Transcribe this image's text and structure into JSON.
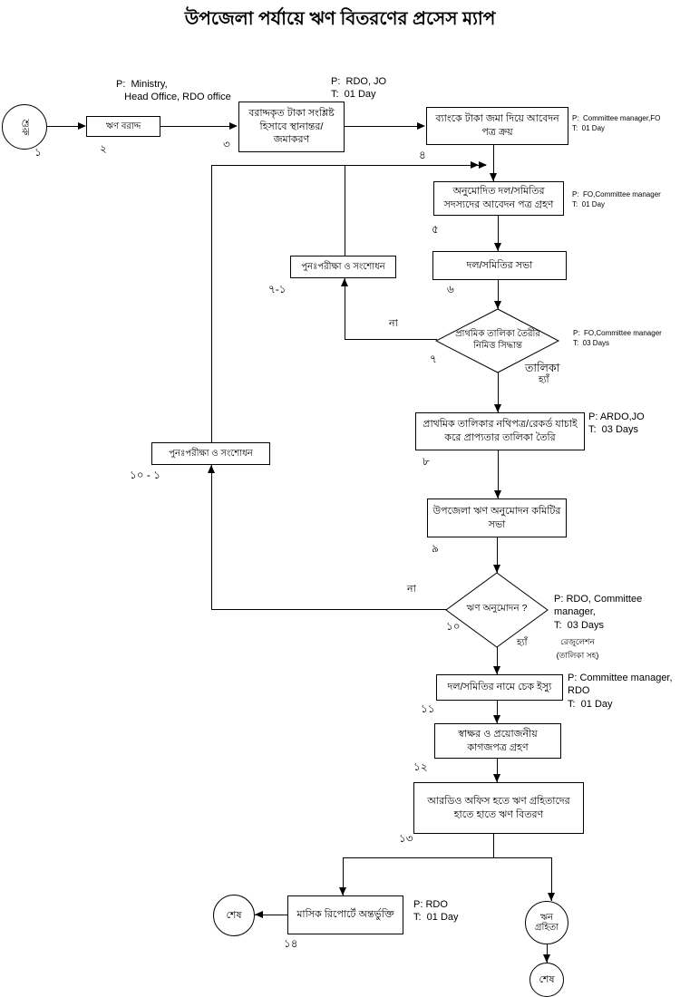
{
  "title": "উপজেলা পর্যায়ে ঋণ বিতরণের প্রসেস ম্যাপ",
  "nodes": {
    "start": {
      "label": "শুরু",
      "num": "১"
    },
    "n2": {
      "label": "ঋণ বরাদ্দ",
      "num": "২"
    },
    "n3": {
      "label": "বরাদ্দকৃত টাকা সংশ্লিষ্ট হিসাবে স্থানান্তর/জমাকরণ",
      "num": "৩"
    },
    "n4": {
      "label": "ব্যাংকে টাকা জমা দিয়ে আবেদন পত্র ক্রয়",
      "num": "৪"
    },
    "n5": {
      "label": "অনুমোদিত দল/সমিতির সদস্যদের আবেদন পত্র গ্রহণ",
      "num": "৫"
    },
    "n6": {
      "label": "দল/সমিতির সভা",
      "num": "৬"
    },
    "n7": {
      "label": "প্রাথমিক তালিকা তৈরীর নিমিত্ত সিদ্ধান্ত",
      "num": "৭"
    },
    "n7_1": {
      "label": "পুনঃপরীক্ষা ও সংশোধন",
      "num": "৭-১"
    },
    "n8": {
      "label": "প্রাথমিক তালিকার নথিপত্র/রেকর্ড যাচাই করে প্রাপ্যতার তালিকা তৈরি",
      "num": "৮"
    },
    "n9": {
      "label": "উপজেলা ঋণ অনুমোদন কমিটির সভা",
      "num": "৯"
    },
    "n10": {
      "label": "ঋণ অনুমোদন ?",
      "num": "১০"
    },
    "n10_1": {
      "label": "পুনঃপরীক্ষা ও সংশোধন",
      "num": "১০ - ১"
    },
    "n11": {
      "label": "দল/সমিতির নামে চেক ইস্যু",
      "num": "১১"
    },
    "n12": {
      "label": "স্বাক্ষর ও প্রয়োজনীয় কাগজপত্র গ্রহণ",
      "num": "১২"
    },
    "n13": {
      "label": "আরডিও অফিস হতে ঋণ  গ্রহিতাদের হাতে হাতে ঋণ  বিতরণ",
      "num": "১৩"
    },
    "n14": {
      "label": "মাসিক রিপোর্টে অন্তর্ভুক্তি",
      "num": "১৪"
    },
    "end_left": {
      "label": "শেষ"
    },
    "recipient": {
      "label": "ঋন\nগ্রহিতা"
    },
    "end_bottom": {
      "label": "শেষ"
    }
  },
  "annotations": {
    "a2": "P:  Ministry,\n   Head Office, RDO office",
    "a3": "P:  RDO, JO\nT:  01 Day",
    "a4": "P:  Committee manager,FO\nT:  01 Day",
    "a5": "P:  FO,Committee manager\nT:  01 Day",
    "a7": "P:  FO,Committee manager\nT:  03 Days",
    "a8": "P: ARDO,JO\nT:  03 Days",
    "a10": "P: RDO, Committee manager,\nT:  03 Days",
    "a11": "P: Committee manager,\nRDO\nT:  01 Day",
    "a14": "P: RDO\nT:  01 Day"
  },
  "edge_labels": {
    "no7": "না",
    "yes7": "হ্যাঁ",
    "list7": "তালিকা",
    "no10": "না",
    "yes10": "হ্যাঁ",
    "resolution": "রেজুলেশন\n(তালিকা সহ)"
  },
  "colors": {
    "line": "#000000",
    "background": "#ffffff"
  }
}
